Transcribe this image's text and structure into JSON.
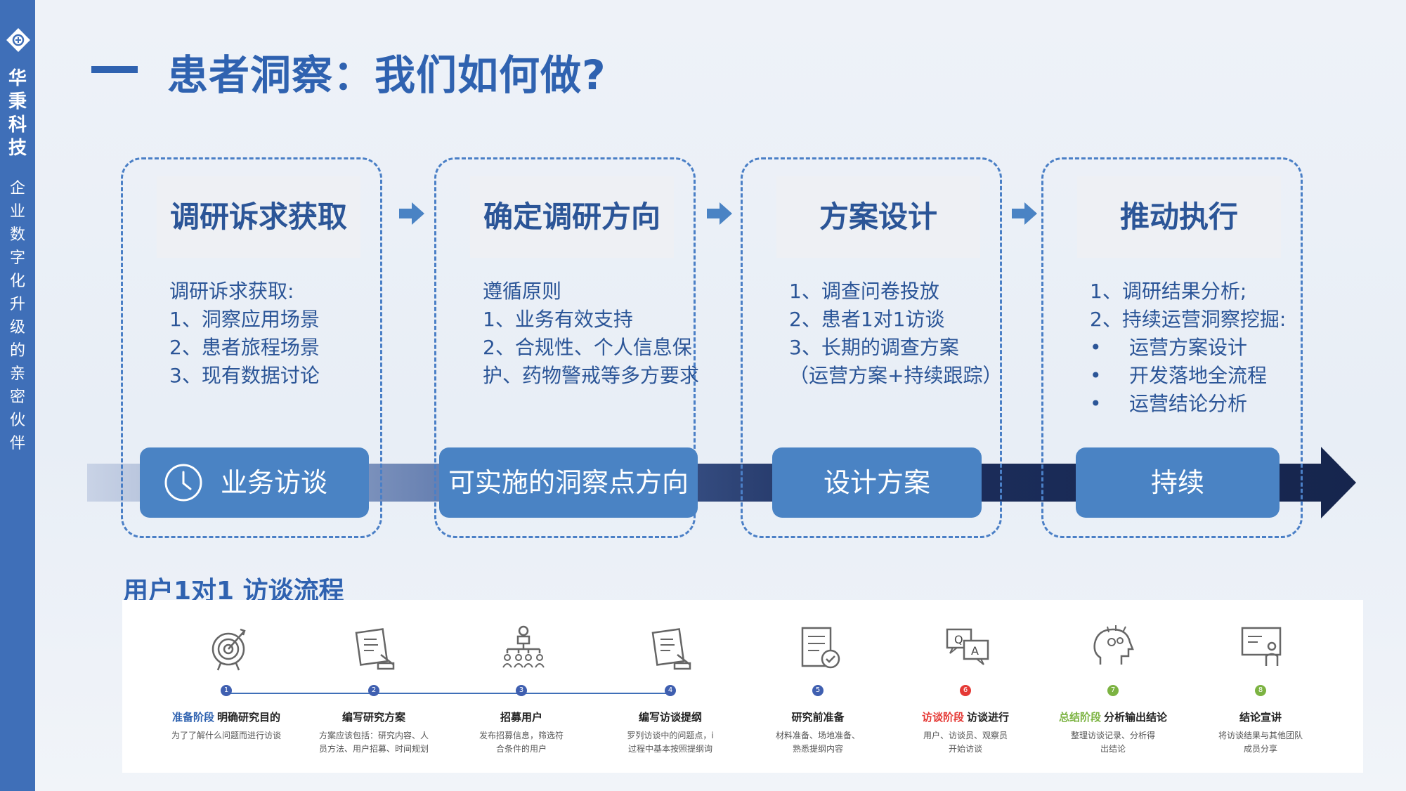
{
  "brand": {
    "name": "华秉科技",
    "slogan": "企业数字化升级的亲密伙伴"
  },
  "page": {
    "title": "患者洞察：我们如何做?"
  },
  "stages": [
    {
      "title": "调研诉求获取",
      "lines": [
        "调研诉求获取:",
        "1、洞察应用场景",
        "2、患者旅程场景",
        "3、现有数据讨论"
      ],
      "bullets": [],
      "pill": "业务访谈"
    },
    {
      "title": "确定调研方向",
      "lines": [
        "遵循原则",
        "1、业务有效支持",
        "2、合规性、个人信息保",
        "护、药物警戒等多方要求"
      ],
      "bullets": [],
      "pill": "可实施的洞察点方向"
    },
    {
      "title": "方案设计",
      "lines": [
        "1、调查问卷投放",
        "2、患者1对1访谈",
        "3、长期的调查方案",
        "（运营方案+持续跟踪）"
      ],
      "bullets": [],
      "pill": "设计方案"
    },
    {
      "title": "推动执行",
      "lines": [
        "1、调研结果分析;",
        "2、持续运营洞察挖掘:"
      ],
      "bullets": [
        "运营方案设计",
        "开发落地全流程",
        "运营结论分析"
      ],
      "pill": "持续"
    }
  ],
  "process": {
    "title": "用户1对1 访谈流程",
    "steps": [
      {
        "num": "1",
        "phase": "准备阶段",
        "name": "明确研究目的",
        "desc": [
          "为了了解什么问题而进行访谈"
        ],
        "icon": "target-icon"
      },
      {
        "num": "2",
        "phase": "",
        "name": "编写研究方案",
        "desc": [
          "方案应该包括：研究内容、人",
          "员方法、用户招募、时间规划"
        ],
        "icon": "document-writing-icon"
      },
      {
        "num": "3",
        "phase": "",
        "name": "招募用户",
        "desc": [
          "发布招募信息，筛选符",
          "合条件的用户"
        ],
        "icon": "org-chart-icon"
      },
      {
        "num": "4",
        "phase": "",
        "name": "编写访谈提纲",
        "desc": [
          "罗列访谈中的问题点，i",
          "过程中基本按照提纲询"
        ],
        "icon": "outline-writing-icon"
      },
      {
        "num": "5",
        "phase": "",
        "name": "研究前准备",
        "desc": [
          "材料准备、场地准备、",
          "熟悉提纲内容"
        ],
        "icon": "checklist-icon"
      },
      {
        "num": "6",
        "phase": "访谈阶段",
        "name": "访谈进行",
        "desc": [
          "用户、访谈员、观察员",
          "开始访谈"
        ],
        "icon": "qa-icon"
      },
      {
        "num": "7",
        "phase": "总结阶段",
        "name": "分析输出结论",
        "desc": [
          "整理访谈记录、分析得",
          "出结论"
        ],
        "icon": "thinking-head-icon"
      },
      {
        "num": "8",
        "phase": "",
        "name": "结论宣讲",
        "desc": [
          "将访谈结果与其他团队",
          "成员分享"
        ],
        "icon": "presentation-icon"
      }
    ]
  },
  "colors": {
    "primary": "#2f62b0",
    "pill": "#4a83c4",
    "phase_prep": "#2f62b0",
    "phase_interview": "#e53935",
    "phase_summary": "#7cb342"
  }
}
